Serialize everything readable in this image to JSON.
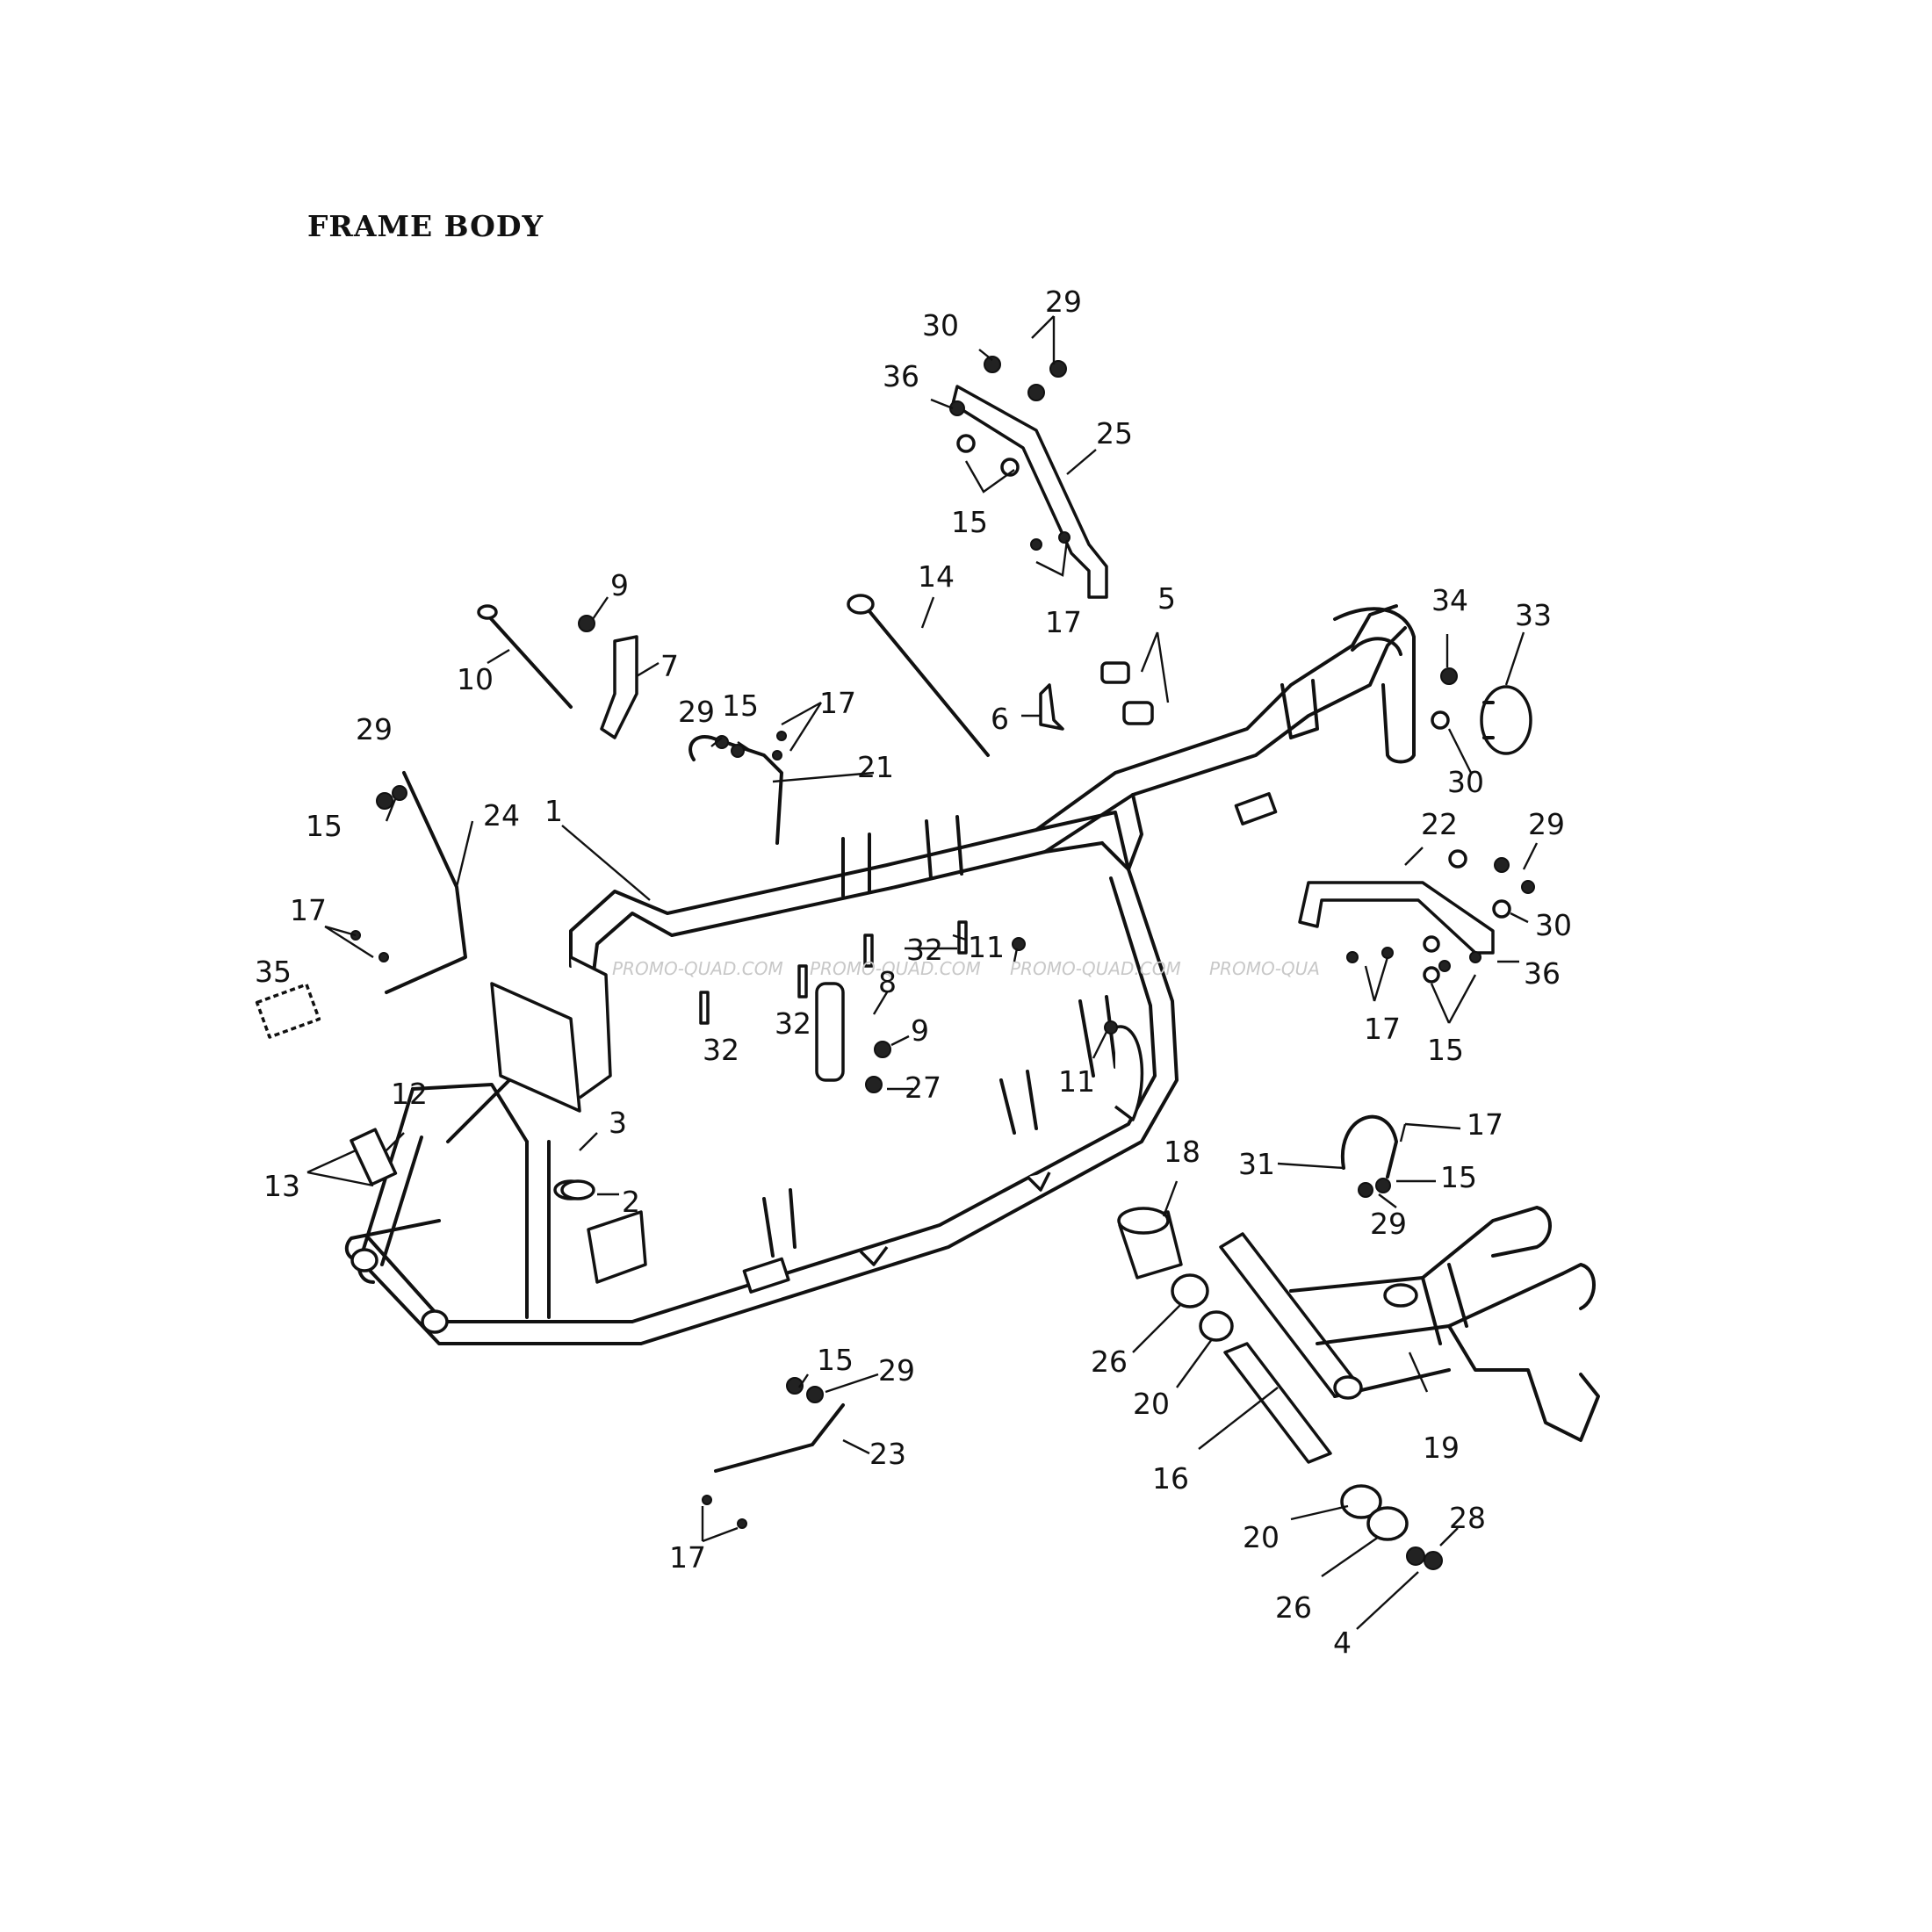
{
  "title": "FRAME BODY",
  "watermark": "PROMO-QUAD.COM",
  "watermark_partial": "PROMO-QUA",
  "callouts": {
    "c29a": "29",
    "c30a": "30",
    "c36a": "36",
    "c25": "25",
    "c15a": "15",
    "c17a": "17",
    "c9a": "9",
    "c10": "10",
    "c7": "7",
    "c14": "14",
    "c5": "5",
    "c6": "6",
    "c34": "34",
    "c33": "33",
    "c30b": "30",
    "c29b": "29",
    "c15b": "15",
    "c17b": "17",
    "c21": "21",
    "c29c": "29",
    "c15c": "15",
    "c24": "24",
    "c1": "1",
    "c17c": "17",
    "c35": "35",
    "c32a": "32",
    "c32b": "32",
    "c32c": "32",
    "c11a": "11",
    "c8": "8",
    "c9b": "9",
    "c27": "27",
    "c11b": "11",
    "c22": "22",
    "c29d": "29",
    "c30c": "30",
    "c36b": "36",
    "c17d": "17",
    "c15d": "15",
    "c12": "12",
    "c13": "13",
    "c3": "3",
    "c2": "2",
    "c18": "18",
    "c31": "31",
    "c17e": "17",
    "c15e": "15",
    "c29e": "29",
    "c26a": "26",
    "c20a": "20",
    "c16": "16",
    "c19": "19",
    "c15f": "15",
    "c29f": "29",
    "c23": "23",
    "c17f": "17",
    "c20b": "20",
    "c28": "28",
    "c26b": "26",
    "c4": "4"
  }
}
